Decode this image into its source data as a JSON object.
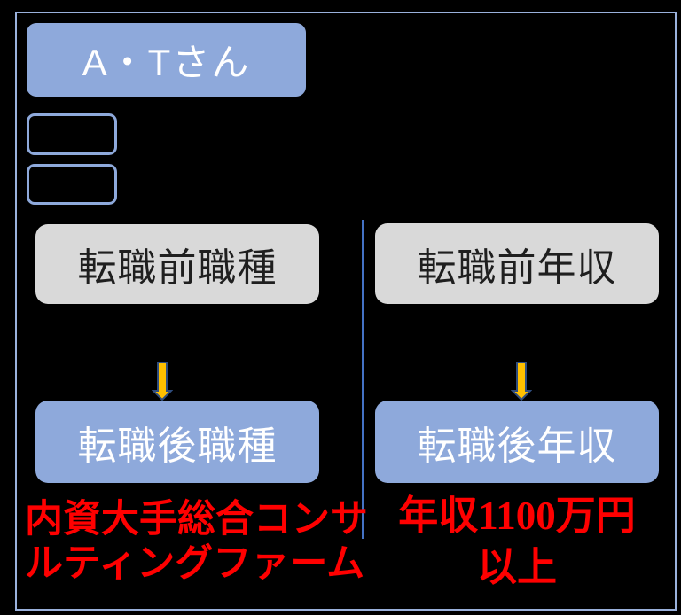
{
  "colors": {
    "background": "#000000",
    "frame_border": "#9AB1DC",
    "box_blue": "#8EA9DB",
    "box_gray": "#D9D9D9",
    "divider_blue": "#4472C4",
    "arrow_fill": "#FFC000",
    "arrow_stroke": "#2F4D7E",
    "highlight_red": "#FF0000",
    "title_text": "#FFFFFF",
    "gray_box_text": "#1F1F1F"
  },
  "header": {
    "person_label": "A・Tさん"
  },
  "columns": {
    "job": {
      "before_label": "転職前職種",
      "after_label": "転職後職種",
      "result_line1": "内資大手総合コンサ",
      "result_line2": "ルティングファーム"
    },
    "income": {
      "before_label": "転職前年収",
      "after_label": "転職後年収",
      "result_line1": "年収1100万円",
      "result_line2": "以上"
    }
  }
}
